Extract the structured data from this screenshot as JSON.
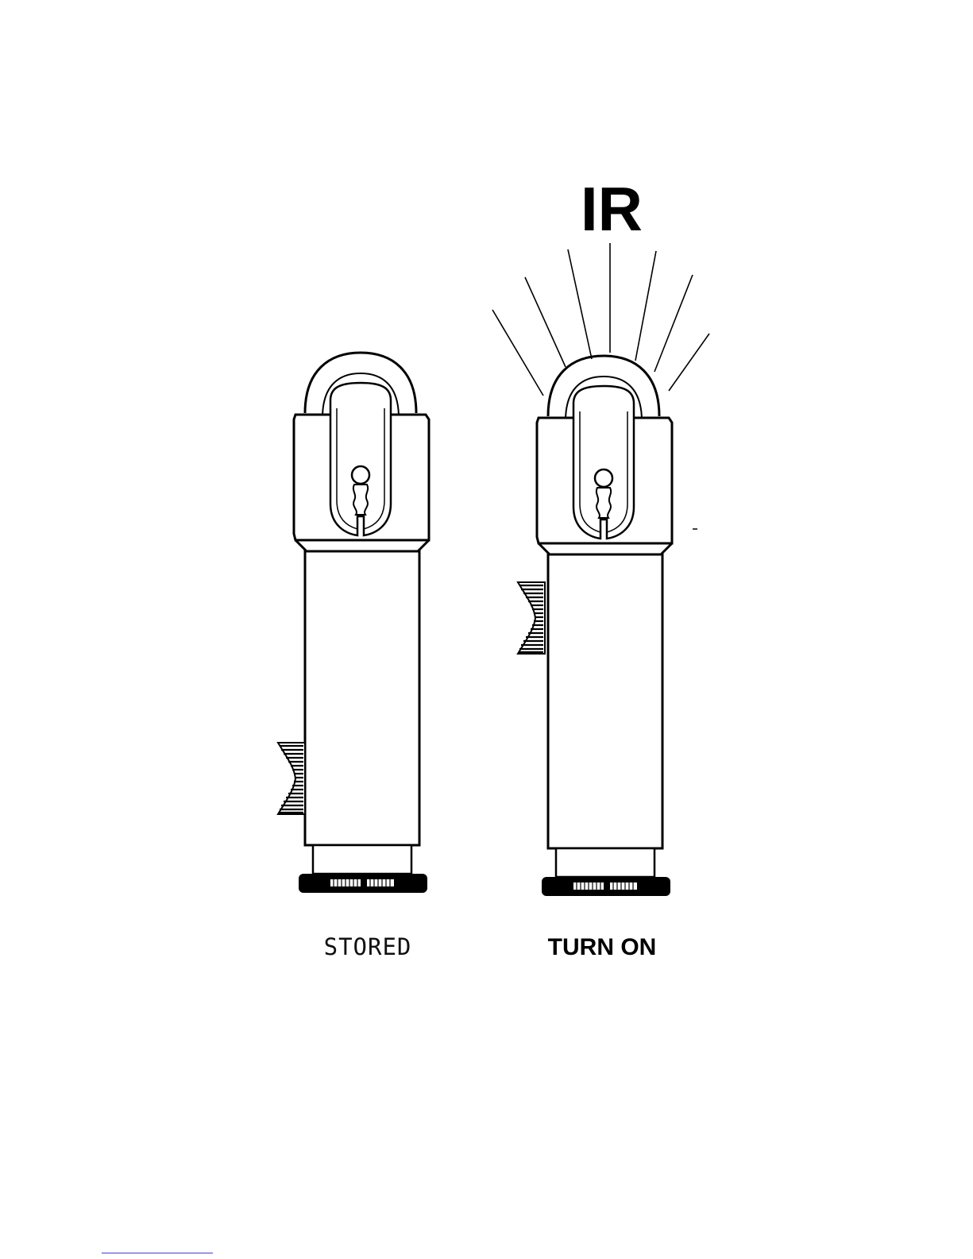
{
  "labels": {
    "signal": "IR",
    "left_device": "STORED",
    "right_device": "TURN ON"
  },
  "colors": {
    "ink": "#000000",
    "page": "#ffffff",
    "footer_rule": "#3a3adf"
  }
}
